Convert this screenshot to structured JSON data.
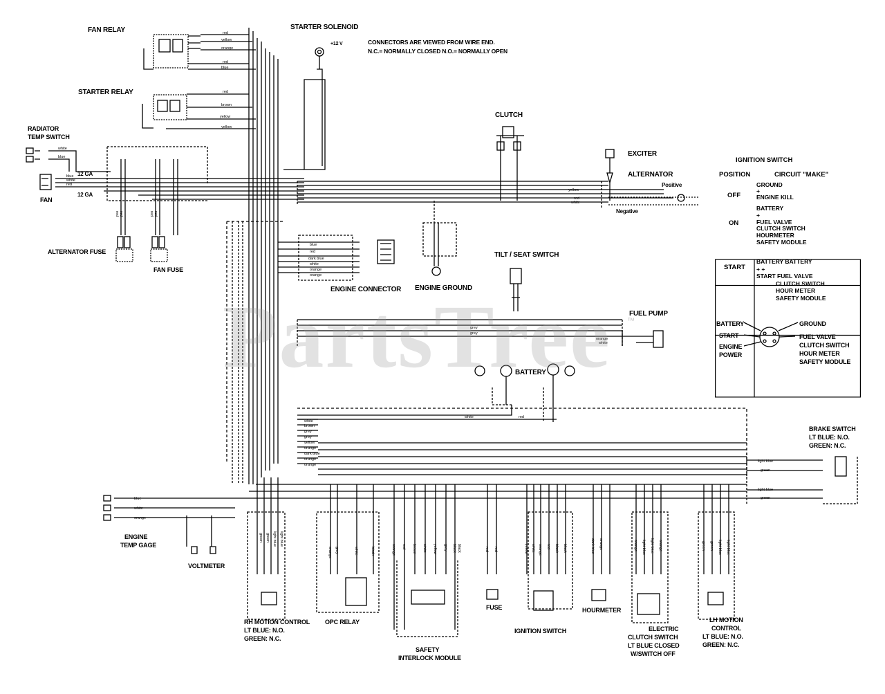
{
  "labels": {
    "fan_relay": "FAN RELAY",
    "starter_solenoid": "STARTER SOLENOID",
    "connectors_note_1": "CONNECTORS ARE VIEWED FROM WIRE END.",
    "connectors_note_2": "N.C.= NORMALLY CLOSED     N.O.= NORMALLY OPEN",
    "plus_12v": "+12 V",
    "starter_relay": "STARTER RELAY",
    "radiator_temp_switch_1": "RADIATOR",
    "radiator_temp_switch_2": "TEMP SWITCH",
    "fan": "FAN",
    "gauge_12ga_a": "12 GA",
    "gauge_12ga_b": "12 GA",
    "clutch": "CLUTCH",
    "exciter": "EXCITER",
    "alternator": "ALTERNATOR",
    "positive": "Positive",
    "negative": "Negative",
    "alternator_fuse": "ALTERNATOR FUSE",
    "fan_fuse": "FAN FUSE",
    "engine_connector": "ENGINE CONNECTOR",
    "engine_ground": "ENGINE GROUND",
    "tilt_seat_switch": "TILT / SEAT SWITCH",
    "fuel_pump": "FUEL PUMP",
    "battery": "BATTERY",
    "brake_switch_1": "BRAKE SWITCH",
    "brake_switch_2": "LT BLUE: N.O.",
    "brake_switch_3": "GREEN: N.C.",
    "engine_temp_gage_1": "ENGINE",
    "engine_temp_gage_2": "TEMP GAGE",
    "voltmeter": "VOLTMETER",
    "rh_motion_control_1": "RH MOTION CONTROL",
    "rh_motion_control_2": "LT BLUE: N.O.",
    "rh_motion_control_3": "GREEN: N.C.",
    "opc_relay": "OPC RELAY",
    "safety_interlock_1": "SAFETY",
    "safety_interlock_2": "INTERLOCK MODULE",
    "fuse": "FUSE",
    "ignition_switch": "IGNITION SWITCH",
    "hourmeter": "HOURMETER",
    "electric_clutch_1": "ELECTRIC",
    "electric_clutch_2": "CLUTCH SWITCH",
    "electric_clutch_3": "LT BLUE CLOSED",
    "electric_clutch_4": "W/SWITCH OFF",
    "lh_motion_control_1": "LH MOTION",
    "lh_motion_control_2": "CONTROL",
    "lh_motion_control_3": "LT BLUE: N.O.",
    "lh_motion_control_4": "GREEN: N.C."
  },
  "wire_colors": {
    "fan_relay": [
      "red",
      "yellow",
      "orange",
      "red",
      "blue"
    ],
    "starter_relay": [
      "red",
      "brown",
      "yellow",
      "yellow"
    ],
    "radiator": [
      "white",
      "blue"
    ],
    "fan": [
      "blue",
      "white",
      "red"
    ],
    "fuses": [
      "red",
      "red",
      "red",
      "red"
    ],
    "engine_connector": [
      "blue",
      "red",
      "dark blue",
      "white",
      "orange",
      "orange"
    ],
    "alternator": [
      "yellow",
      "red",
      "white"
    ],
    "fuel_pump": [
      "grey",
      "grey",
      "orange",
      "white"
    ],
    "battery_bus": [
      "white",
      "red"
    ],
    "harness": [
      "white",
      "brown",
      "grey",
      "grey",
      "yellow",
      "orange",
      "dark blue",
      "orange",
      "orange"
    ],
    "brake": [
      "light blue",
      "green",
      "light blue",
      "green"
    ],
    "temp_gage": [
      "blue",
      "white",
      "orange"
    ],
    "rh_motion": [
      "green",
      "green",
      "light blue",
      "light blue"
    ],
    "opc_relay": [
      "orange",
      "grey",
      "white",
      "black"
    ],
    "safety_module": [
      "orange",
      "red",
      "brown",
      "white",
      "yellow",
      "grey",
      "black",
      "black"
    ],
    "fuse_wires": [
      "red",
      "red"
    ],
    "ignition": [
      "yellow",
      "white",
      "orange",
      "red",
      "black",
      "black"
    ],
    "hourmeter": [
      "dark blue",
      "orange"
    ],
    "clutch_switch": [
      "orange",
      "light blue",
      "light blue",
      "orange"
    ],
    "lh_motion": [
      "green",
      "green",
      "light blue",
      "light blue"
    ]
  },
  "ignition_table": {
    "title": "IGNITION SWITCH",
    "col_position": "POSITION",
    "col_circuit": "CIRCUIT \"MAKE\"",
    "rows": [
      {
        "position": "OFF",
        "circuit": [
          "GROUND",
          "+",
          "ENGINE KILL"
        ]
      },
      {
        "position": "ON",
        "circuit": [
          "BATTERY",
          "+",
          "FUEL VALVE",
          "CLUTCH SWITCH",
          "HOURMETER",
          "SAFETY MODULE"
        ]
      },
      {
        "position": "START",
        "circuit": [
          "BATTERY BATTERY",
          "+          +",
          "START  FUEL VALVE",
          "CLUTCH SWITCH",
          "HOUR METER",
          "SAFETY MODULE"
        ]
      }
    ],
    "key_labels": {
      "battery": "BATTERY",
      "ground": "GROUND",
      "start": "START",
      "engine_power_1": "ENGINE",
      "engine_power_2": "POWER",
      "fuel_valve": "FUEL VALVE",
      "clutch_switch": "CLUTCH SWITCH",
      "hour_meter": "HOUR METER",
      "safety_module": "SAFETY MODULE"
    }
  },
  "watermark": "PartsTree",
  "trademark": "™"
}
